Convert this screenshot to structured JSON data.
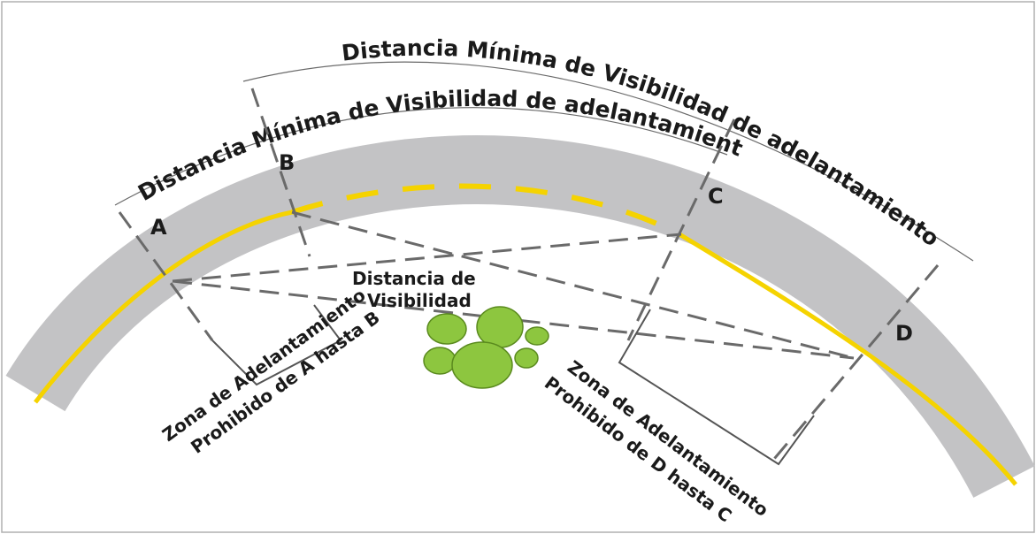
{
  "labels": {
    "outer_distance": "Distancia Mínima de Visibilidad de adelantamiento",
    "inner_distance": "Distancia Mínima de Visibilidad de adelantamiento",
    "point_a": "A",
    "point_b": "B",
    "point_c": "C",
    "point_d": "D",
    "sight_distance_line1": "Distancia de",
    "sight_distance_line2": "Visibilidad",
    "zone_ab_line1": "Zona de Adelantamiento",
    "zone_ab_line2": "Prohibido de A hasta B",
    "zone_dc_line1": "Zona de Adelantamiento",
    "zone_dc_line2": "Prohibido de D hasta C"
  },
  "colors": {
    "road": "#c3c3c5",
    "center_line": "#f5d300",
    "bushes": "#8dc63f",
    "bush_outline": "#5a8a1e",
    "guide_lines": "#6a6a6a"
  }
}
